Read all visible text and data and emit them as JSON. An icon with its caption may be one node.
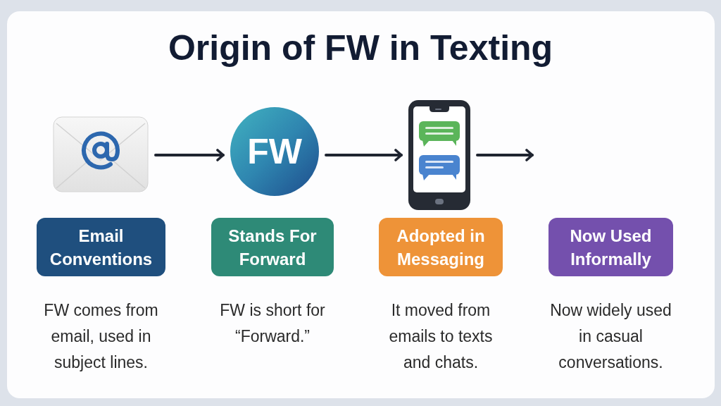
{
  "diagram": {
    "title": "Origin of FW in Texting",
    "nodes": [
      {
        "text": [],
        "shape": "picture"
      },
      {
        "text": [
          "FW"
        ]
      },
      {
        "text": [],
        "shape": "picture"
      },
      {
        "text": [
          "Email Conventions"
        ],
        "beside": [
          "FW comes from email, used in subject lines."
        ]
      },
      {
        "text": [
          "Stands For Forward"
        ],
        "beside": [
          "FW is short for “Forward.”"
        ]
      },
      {
        "text": [
          "Adopted in Messaging"
        ],
        "beside": [
          "It moved from emails to texts and chats."
        ]
      },
      {
        "text": [
          "Now Used Informally"
        ],
        "beside": [
          "Now widely used in casual conversations."
        ]
      }
    ],
    "edges": [
      {
        "from": 0,
        "to": 1,
        "arrow": "to"
      },
      {
        "from": 1,
        "to": 2,
        "arrow": "to"
      },
      {
        "from": 2,
        "to": null,
        "arrow": "to"
      }
    ]
  }
}
